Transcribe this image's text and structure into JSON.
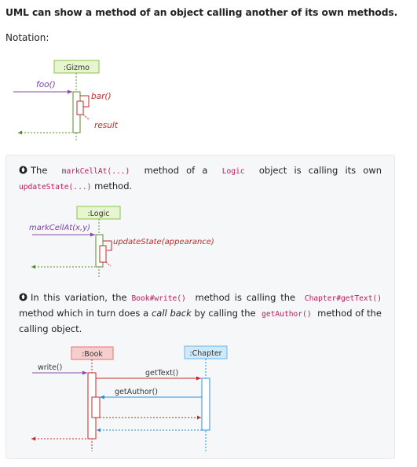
{
  "heading": "UML can show a method of an object calling another of its own methods.",
  "notation_label": "Notation:",
  "diagram1": {
    "object_label": ":Gizmo",
    "call_label": "foo()",
    "self_call_label": "bar()",
    "return_label": "result"
  },
  "note1": {
    "pre": "The",
    "code1": "markCellAt(...)",
    "mid1": "method of a",
    "code2": "Logic",
    "mid2": "object is calling its own",
    "code3": "updateState(...)",
    "post": "method."
  },
  "diagram2": {
    "object_label": ":Logic",
    "call_label": "markCellAt(x,y)",
    "self_call_label": "updateState(appearance)"
  },
  "note2": {
    "pre": "In this variation, the",
    "code1": "Book#write()",
    "mid1": "method is calling the",
    "code2": "Chapter#getText()",
    "mid2": "method which in turn does a",
    "em": "call back",
    "mid3": "by calling the",
    "code3": "getAuthor()",
    "post": "method of the calling object."
  },
  "diagram3": {
    "object1_label": ":Book",
    "object2_label": ":Chapter",
    "call1_label": "write()",
    "call2_label": "getText()",
    "callback_label": "getAuthor()"
  },
  "colors": {
    "purple": "#8e44ad",
    "red": "#c62828",
    "green": "#558b2f",
    "blue": "#2b8fd6",
    "code_pink": "#c2185b",
    "gizmo_fill": "#e6f6d0",
    "book_fill": "#f8cdcd",
    "chapter_fill": "#cfe9f7"
  }
}
